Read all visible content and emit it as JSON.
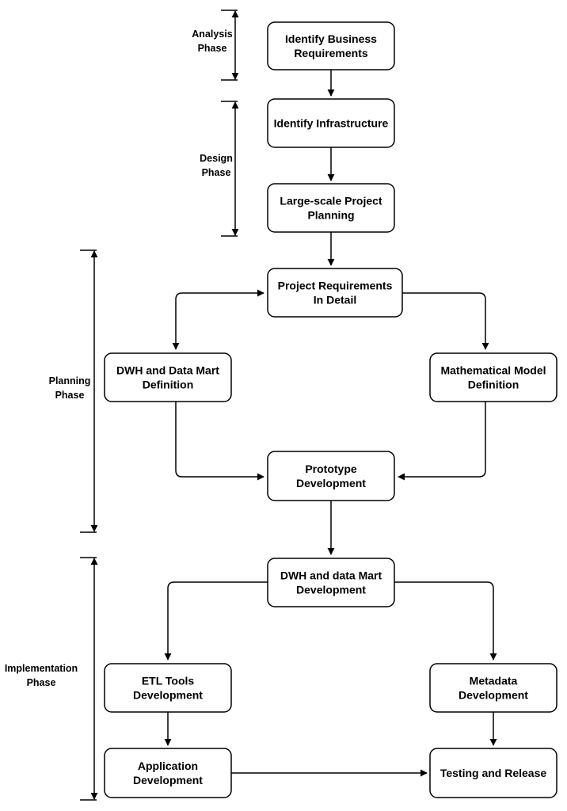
{
  "phases": [
    {
      "id": "analysis",
      "lines": [
        "Analysis",
        "Phase"
      ]
    },
    {
      "id": "design",
      "lines": [
        "Design",
        "Phase"
      ]
    },
    {
      "id": "planning",
      "lines": [
        "Planning",
        "Phase"
      ]
    },
    {
      "id": "implementation",
      "lines": [
        "Implementation",
        "Phase"
      ]
    }
  ],
  "nodes": [
    {
      "id": "identify-business-requirements",
      "lines": [
        "Identify Business",
        "Requirements"
      ]
    },
    {
      "id": "identify-infrastructure",
      "lines": [
        "Identify Infrastructure"
      ]
    },
    {
      "id": "large-scale-project-planning",
      "lines": [
        "Large-scale Project",
        "Planning"
      ]
    },
    {
      "id": "project-requirements-in-detail",
      "lines": [
        "Project Requirements",
        "In Detail"
      ]
    },
    {
      "id": "dwh-and-data-mart-definition",
      "lines": [
        "DWH and Data Mart",
        "Definition"
      ]
    },
    {
      "id": "mathematical-model-definition",
      "lines": [
        "Mathematical Model",
        "Definition"
      ]
    },
    {
      "id": "prototype-development",
      "lines": [
        "Prototype",
        "Development"
      ]
    },
    {
      "id": "dwh-and-data-mart-development",
      "lines": [
        "DWH and data Mart",
        "Development"
      ]
    },
    {
      "id": "etl-tools-development",
      "lines": [
        "ETL Tools",
        "Development"
      ]
    },
    {
      "id": "metadata-development",
      "lines": [
        "Metadata",
        "Development"
      ]
    },
    {
      "id": "application-development",
      "lines": [
        "Application",
        "Development"
      ]
    },
    {
      "id": "testing-and-release",
      "lines": [
        "Testing and Release"
      ]
    }
  ],
  "edges": [
    {
      "from": "identify-business-requirements",
      "to": "identify-infrastructure"
    },
    {
      "from": "identify-infrastructure",
      "to": "large-scale-project-planning"
    },
    {
      "from": "large-scale-project-planning",
      "to": "project-requirements-in-detail"
    },
    {
      "from": "project-requirements-in-detail",
      "to": "dwh-and-data-mart-definition",
      "bidirectional": true
    },
    {
      "from": "project-requirements-in-detail",
      "to": "mathematical-model-definition"
    },
    {
      "from": "dwh-and-data-mart-definition",
      "to": "prototype-development"
    },
    {
      "from": "mathematical-model-definition",
      "to": "prototype-development"
    },
    {
      "from": "prototype-development",
      "to": "dwh-and-data-mart-development"
    },
    {
      "from": "dwh-and-data-mart-development",
      "to": "etl-tools-development"
    },
    {
      "from": "dwh-and-data-mart-development",
      "to": "metadata-development"
    },
    {
      "from": "etl-tools-development",
      "to": "application-development"
    },
    {
      "from": "metadata-development",
      "to": "testing-and-release"
    },
    {
      "from": "application-development",
      "to": "testing-and-release"
    }
  ]
}
